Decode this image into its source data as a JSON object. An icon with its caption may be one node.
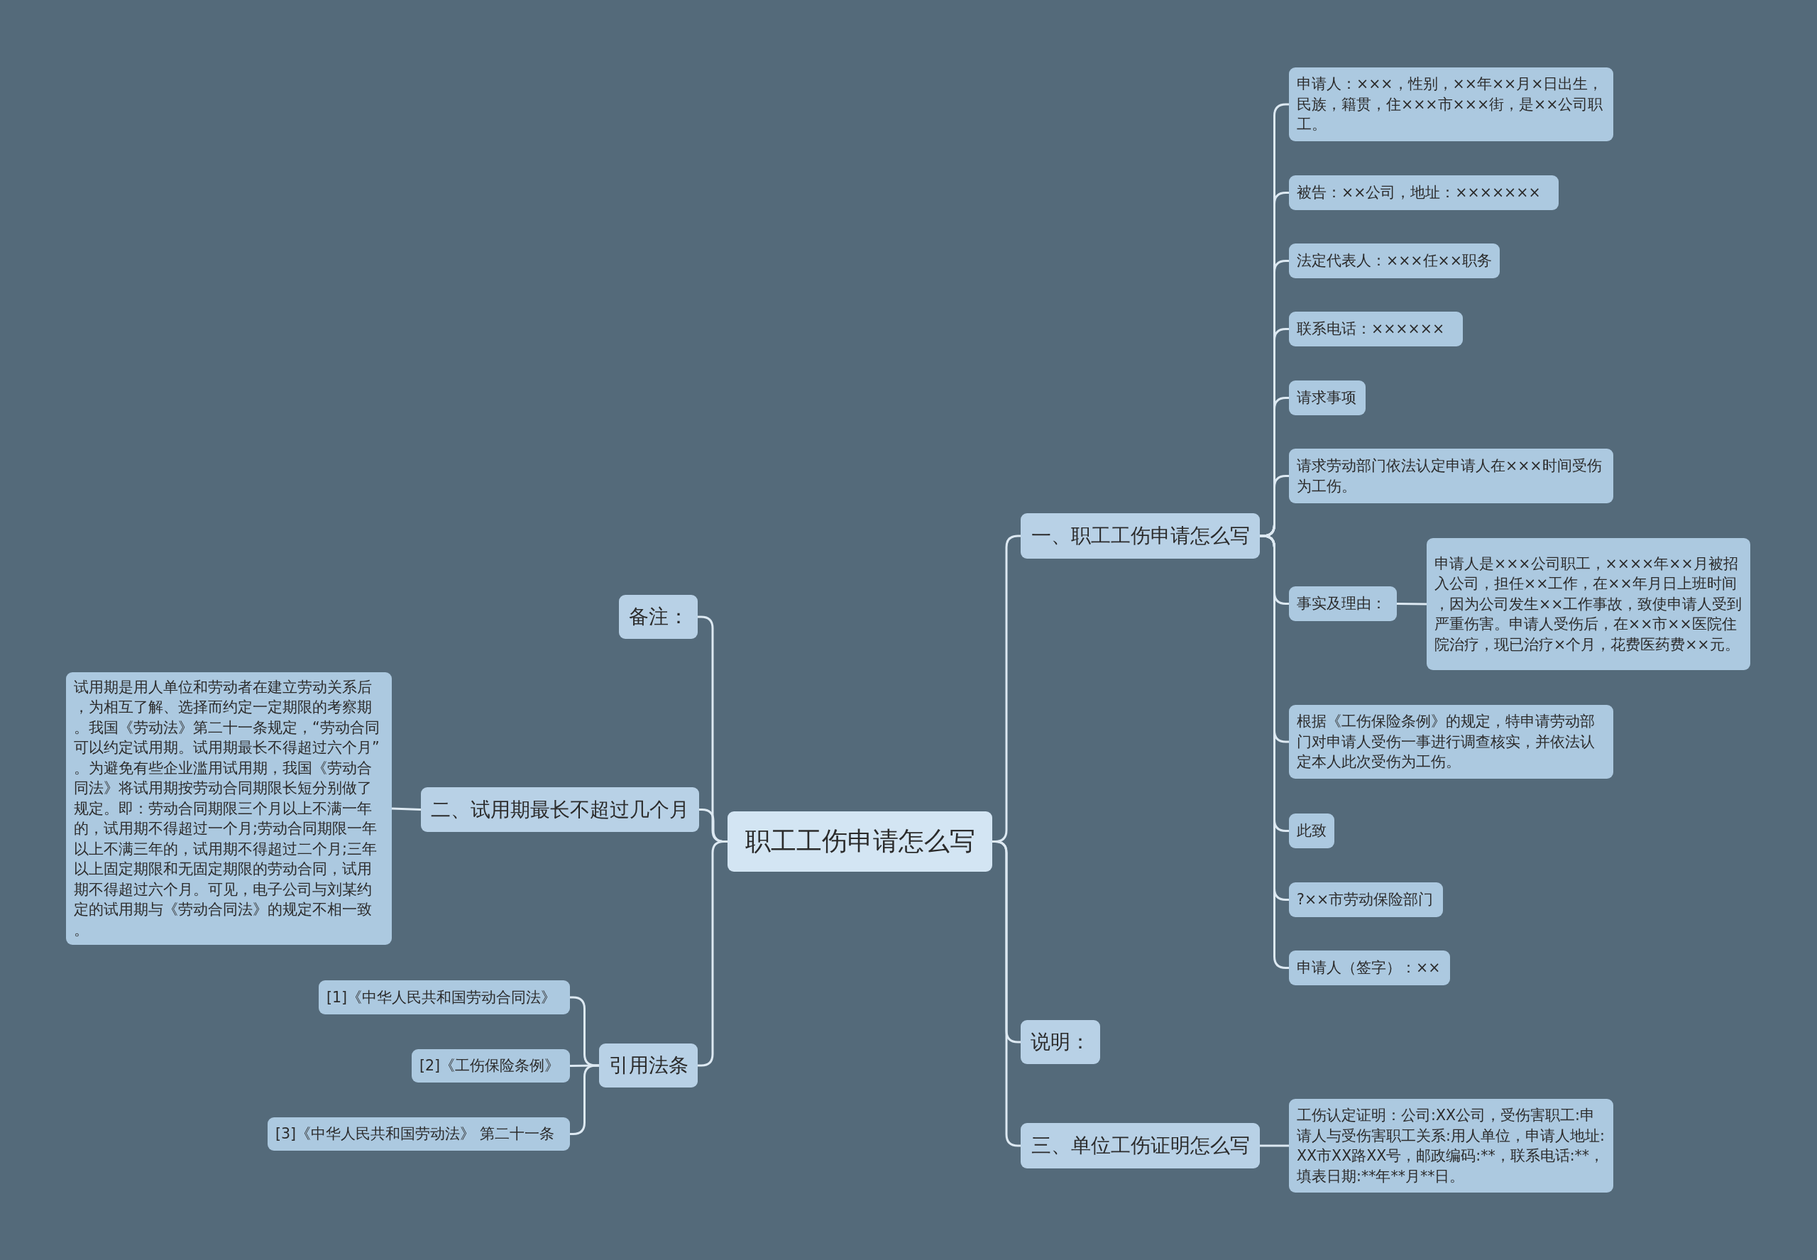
{
  "diagram": {
    "nodes": [
      {
        "text": [
          "职工工伤申请怎么写"
        ]
      },
      {
        "text": [
          "一、职工工伤申请怎么写"
        ]
      },
      {
        "text": [
          "申请人：×××，性别，××年××月×日出生，民族，籍贯，住×××市×××街，是××公司职工。"
        ]
      },
      {
        "text": [
          "被告：××公司，地址：×××××××"
        ]
      },
      {
        "text": [
          "法定代表人：×××任××职务"
        ]
      },
      {
        "text": [
          "联系电话：××××××"
        ]
      },
      {
        "text": [
          "请求事项"
        ]
      },
      {
        "text": [
          "请求劳动部门依法认定申请人在×××时间受伤为工伤。"
        ]
      },
      {
        "text": [
          "事实及理由："
        ]
      },
      {
        "text": [
          "申请人是×××公司职工，××××年××月被招入公司，担任××工作，在××年月日上班时间，因为公司发生××工作事故，致使申请人受到严重伤害。申请人受伤后，在××市××医院住院治疗，现已治疗×个月，花费医药费××元。"
        ]
      },
      {
        "text": [
          "根据《工伤保险条例》的规定，特申请劳动部门对申请人受伤一事进行调查核实，并依法认定本人此次受伤为工伤。"
        ]
      },
      {
        "text": [
          "此致"
        ]
      },
      {
        "text": [
          "?××市劳动保险部门"
        ]
      },
      {
        "text": [
          "申请人（签字）：××"
        ]
      },
      {
        "text": [
          "说明："
        ]
      },
      {
        "text": [
          "三、单位工伤证明怎么写"
        ]
      },
      {
        "text": [
          "工伤认定证明：公司:XX公司，受伤害职工:申请人与受伤害职工关系:用人单位，申请人地址:XX市XX路XX号，邮政编码:**，联系电话:**，填表日期:**年**月**日。"
        ]
      },
      {
        "text": [
          "备注："
        ]
      },
      {
        "text": [
          "二、试用期最长不超过几个月"
        ]
      },
      {
        "text": [
          "试用期是用人单位和劳动者在建立劳动关系后，为相互了解、选择而约定一定期限的考察期。我国《劳动法》第二十一条规定，“劳动合同可以约定试用期。试用期最长不得超过六个月”。为避免有些企业滥用试用期，我国《劳动合同法》将试用期按劳动合同期限长短分别做了规定。即：劳动合同期限三个月以上不满一年的，试用期不得超过一个月;劳动合同期限一年以上不满三年的，试用期不得超过二个月;三年以上固定期限和无固定期限的劳动合同，试用期不得超过六个月。可见，电子公司与刘某约定的试用期与《劳动合同法》的规定不相一致。"
        ]
      },
      {
        "text": [
          "引用法条"
        ]
      },
      {
        "text": [
          "[1]《中华人民共和国劳动合同法》"
        ]
      },
      {
        "text": [
          "[2]《工伤保险条例》"
        ]
      },
      {
        "text": [
          "[3]《中华人民共和国劳动法》 第二十一条"
        ]
      }
    ],
    "edges": [
      {
        "from": 0,
        "to": 1,
        "arrow": "none"
      },
      {
        "from": 1,
        "to": 2,
        "arrow": "none"
      },
      {
        "from": 1,
        "to": 3,
        "arrow": "none"
      },
      {
        "from": 1,
        "to": 4,
        "arrow": "none"
      },
      {
        "from": 1,
        "to": 5,
        "arrow": "none"
      },
      {
        "from": 1,
        "to": 6,
        "arrow": "none"
      },
      {
        "from": 1,
        "to": 7,
        "arrow": "none"
      },
      {
        "from": 1,
        "to": 8,
        "arrow": "none"
      },
      {
        "from": 8,
        "to": 9,
        "arrow": "none"
      },
      {
        "from": 1,
        "to": 10,
        "arrow": "none"
      },
      {
        "from": 1,
        "to": 11,
        "arrow": "none"
      },
      {
        "from": 1,
        "to": 12,
        "arrow": "none"
      },
      {
        "from": 1,
        "to": 13,
        "arrow": "none"
      },
      {
        "from": 0,
        "to": 14,
        "arrow": "none"
      },
      {
        "from": 0,
        "to": 15,
        "arrow": "none"
      },
      {
        "from": 15,
        "to": 16,
        "arrow": "none"
      },
      {
        "from": 0,
        "to": 17,
        "arrow": "none"
      },
      {
        "from": 0,
        "to": 18,
        "arrow": "none"
      },
      {
        "from": 18,
        "to": 19,
        "arrow": "none"
      },
      {
        "from": 0,
        "to": 20,
        "arrow": "none"
      },
      {
        "from": 20,
        "to": 21,
        "arrow": "none"
      },
      {
        "from": 20,
        "to": 22,
        "arrow": "none"
      },
      {
        "from": 20,
        "to": 23,
        "arrow": "none"
      }
    ]
  }
}
